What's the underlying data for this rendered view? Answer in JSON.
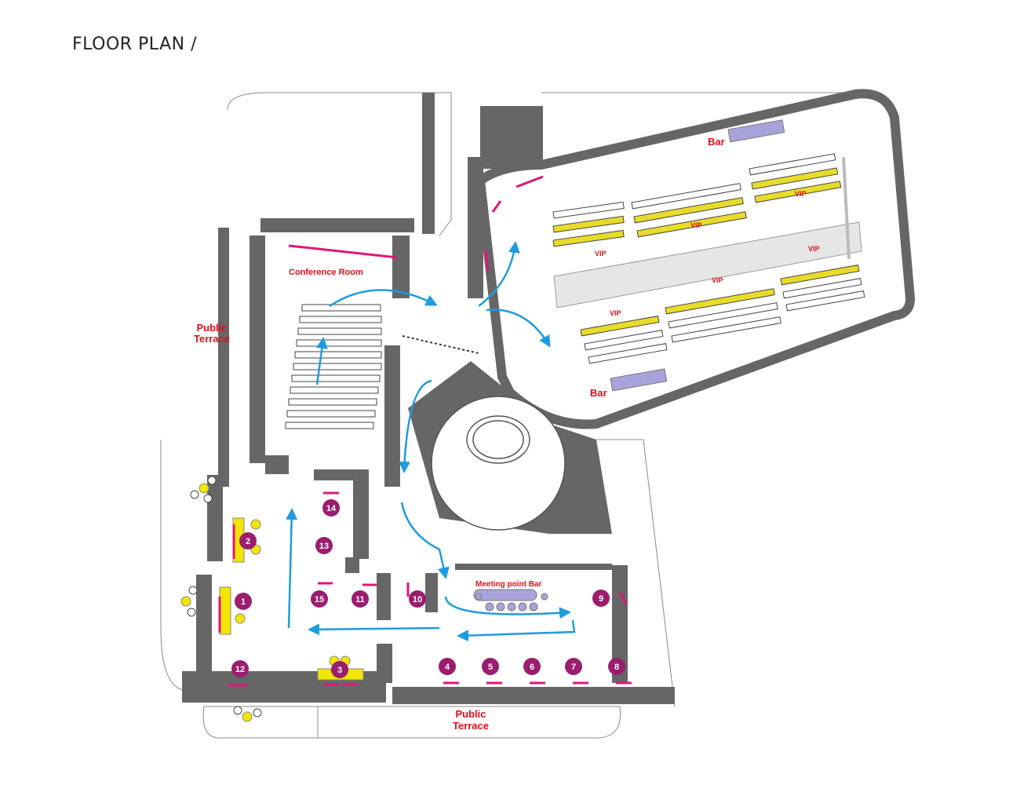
{
  "title": "FLOOR PLAN  /",
  "labels": {
    "conference_room": "Conference Room",
    "public_terrace_left_line1": "Public",
    "public_terrace_left_line2": "Terrace",
    "public_terrace_bottom_line1": "Public",
    "public_terrace_bottom_line2": "Terrace",
    "meeting_point_bar": "Meeting point Bar",
    "bar_top": "Bar",
    "bar_bottom": "Bar",
    "vip": "VIP"
  },
  "colors": {
    "wall": "#666666",
    "accent_pink": "#e0157a",
    "arrow_blue": "#1e9be0",
    "stand_purple": "#9b1d6e",
    "bar_lavender": "#a9a3dc",
    "yellow": "#f2e500",
    "vip_chair": "#e8dc2a",
    "label_red": "#e0101a"
  },
  "stands": [
    "1",
    "2",
    "3",
    "4",
    "5",
    "6",
    "7",
    "8",
    "9",
    "10",
    "11",
    "12",
    "13",
    "14",
    "15"
  ]
}
